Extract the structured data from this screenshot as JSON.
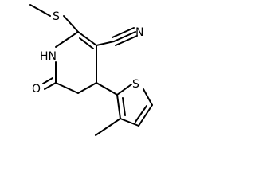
{
  "molecule": {
    "atom_labels": {
      "sulfur_methylthio": "S",
      "nitrogen_nitrile": "N",
      "nitrogen_ring": "HN",
      "oxygen_carbonyl": "O",
      "sulfur_thiophene": "S"
    },
    "line_color": "#000000"
  }
}
